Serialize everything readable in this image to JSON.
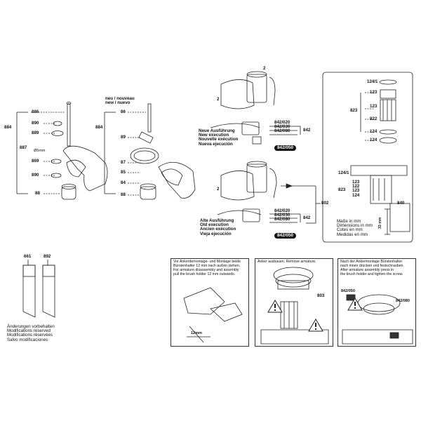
{
  "handle_left": {
    "outer_ref": "884",
    "inner_ref": "887",
    "diameter_label": "Ø5mm",
    "parts": [
      "886",
      "890",
      "889",
      "869",
      "890",
      "88"
    ]
  },
  "handle_middle": {
    "header_lines": [
      "neu / nouveau",
      "new / nuevo"
    ],
    "outer_ref": "884",
    "parts": [
      "86",
      "89",
      "87",
      "85",
      "84",
      "88"
    ]
  },
  "brush_new": {
    "refs_side": [
      "2",
      "2"
    ],
    "codes": [
      "842/020",
      "842/030",
      "842/080"
    ],
    "group_ref": "842",
    "badge": "842/050",
    "lines": [
      "Neue Ausführung",
      "New execution",
      "Nouvelle exécution",
      "Nueva ejecución"
    ]
  },
  "brush_old": {
    "refs_side": [
      "2"
    ],
    "codes": [
      "842/020",
      "842/030",
      "842/080"
    ],
    "group_ref": "842",
    "badge": "842/050",
    "outer_ref": "802",
    "lines": [
      "Alte Ausführung",
      "Old execution",
      "Ancien exécution",
      "Vieja ejecución"
    ]
  },
  "armature_exploded": {
    "parts": [
      "124/1",
      "123",
      "822",
      "123",
      "124",
      "124"
    ],
    "group_ref": "823"
  },
  "armature_assembled": {
    "top_ref": "124/1",
    "parts": [
      "123",
      "122",
      "123",
      "124"
    ],
    "group_ref": "823",
    "dim_ref": "840",
    "dim_value": "33 mm",
    "units": [
      "Maße in mm",
      "Dimensions in mm",
      "Cotes en mm",
      "Medidas en mm"
    ]
  },
  "tubes": {
    "refs": [
      "661",
      "892"
    ],
    "notice": [
      "Änderungen vorbehalten",
      "Modifications reserved",
      "Modifications réservées",
      "Salvo modificaciones"
    ]
  },
  "instructions": {
    "panel1": [
      "Vor Ankerdemontage- und Montage beide",
      "Bürstenhalter 12 mm nach außen ziehen.",
      "For armature disassembly and assembly",
      "pull the brush holder 12 mm outwards."
    ],
    "panel1_dim": "12mm",
    "panel2": [
      "Anker ausbauen. Remove armature."
    ],
    "panel2_ref": "803",
    "panel3": [
      "Nach der Ankermontage Bürstenhalter",
      "nach innen drücken und festschrauben.",
      "After armature assembly press in",
      "the brush holder and tighten the screw."
    ],
    "panel3_refs": [
      "842/050",
      "842/080"
    ]
  }
}
